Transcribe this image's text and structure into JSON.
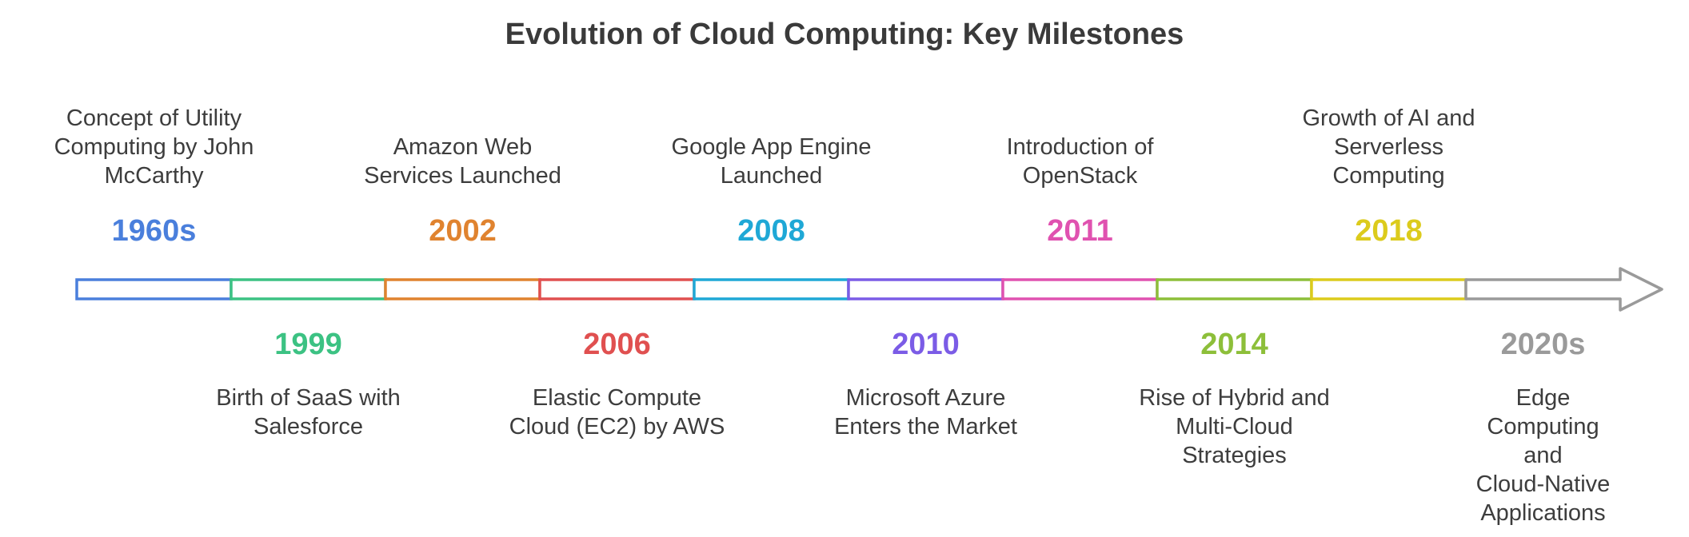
{
  "title": "Evolution of Cloud Computing: Key Milestones",
  "milestones": [
    {
      "year": "1960s",
      "text": "Concept of Utility\nComputing by John\nMcCarthy",
      "color": "#4a7fdc",
      "position": "above"
    },
    {
      "year": "1999",
      "text": "Birth of SaaS with\nSalesforce",
      "color": "#3cc283",
      "position": "below"
    },
    {
      "year": "2002",
      "text": "Amazon Web\nServices Launched",
      "color": "#e0832f",
      "position": "above"
    },
    {
      "year": "2006",
      "text": "Elastic Compute\nCloud (EC2) by AWS",
      "color": "#e05050",
      "position": "below"
    },
    {
      "year": "2008",
      "text": "Google App Engine\nLaunched",
      "color": "#1fa8d6",
      "position": "above"
    },
    {
      "year": "2010",
      "text": "Microsoft Azure\nEnters the Market",
      "color": "#7b5ce6",
      "position": "below"
    },
    {
      "year": "2011",
      "text": "Introduction of\nOpenStack",
      "color": "#e052b0",
      "position": "above"
    },
    {
      "year": "2014",
      "text": "Rise of Hybrid and\nMulti-Cloud\nStrategies",
      "color": "#8dbf3a",
      "position": "below"
    },
    {
      "year": "2018",
      "text": "Growth of AI and\nServerless\nComputing",
      "color": "#dccb1c",
      "position": "above"
    },
    {
      "year": "2020s",
      "text": "Edge Computing and\nCloud-Native\nApplications",
      "color": "#9a9a9a",
      "position": "below"
    }
  ]
}
